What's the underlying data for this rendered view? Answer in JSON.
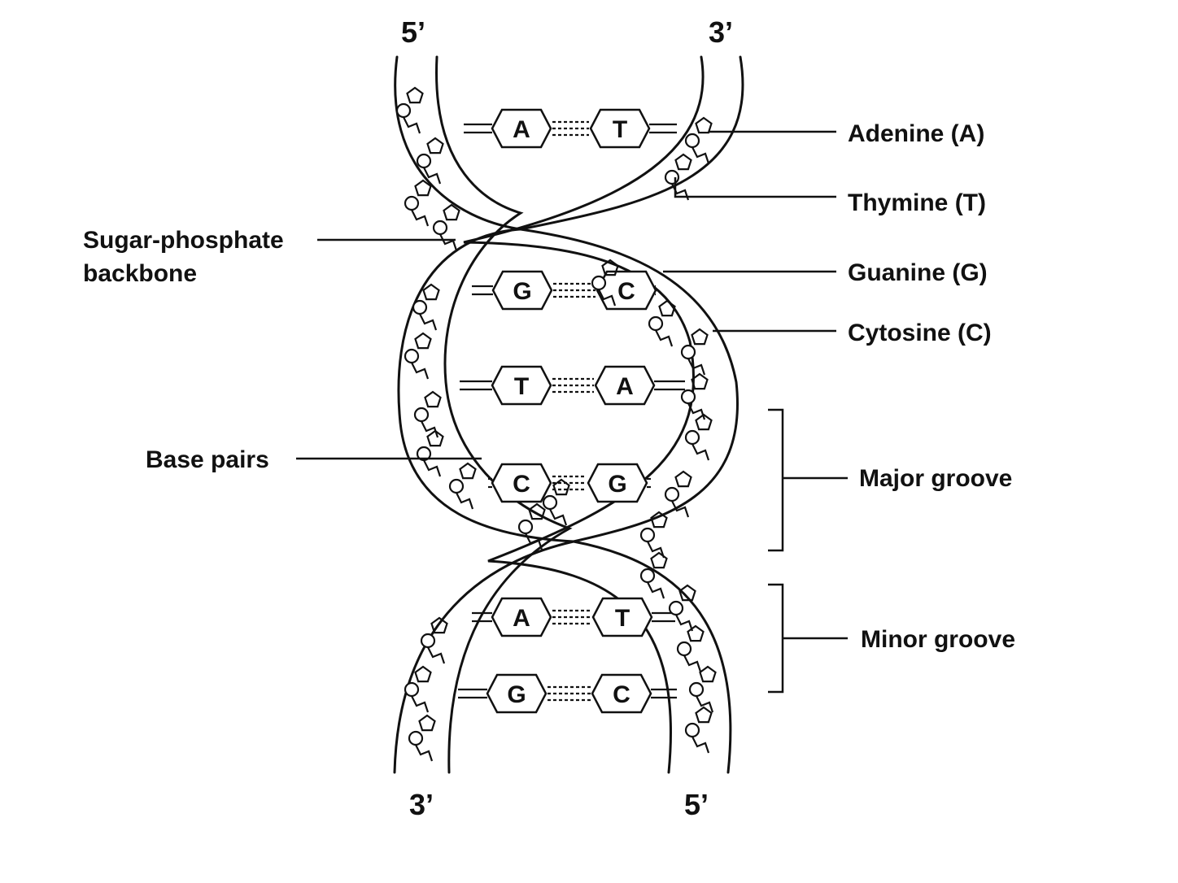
{
  "ends": {
    "top_left": "5’",
    "top_right": "3’",
    "bottom_left": "3’",
    "bottom_right": "5’"
  },
  "labels": {
    "adenine": "Adenine (A)",
    "thymine": "Thymine (T)",
    "guanine": "Guanine (G)",
    "cytosine": "Cytosine (C)",
    "backbone_line1": "Sugar-phosphate",
    "backbone_line2": "backbone",
    "base_pairs": "Base pairs",
    "major_groove": "Major groove",
    "minor_groove": "Minor groove"
  },
  "base_pairs": [
    {
      "left": "A",
      "right": "T"
    },
    {
      "left": "G",
      "right": "C"
    },
    {
      "left": "T",
      "right": "A"
    },
    {
      "left": "C",
      "right": "G"
    },
    {
      "left": "A",
      "right": "T"
    },
    {
      "left": "G",
      "right": "C"
    }
  ]
}
